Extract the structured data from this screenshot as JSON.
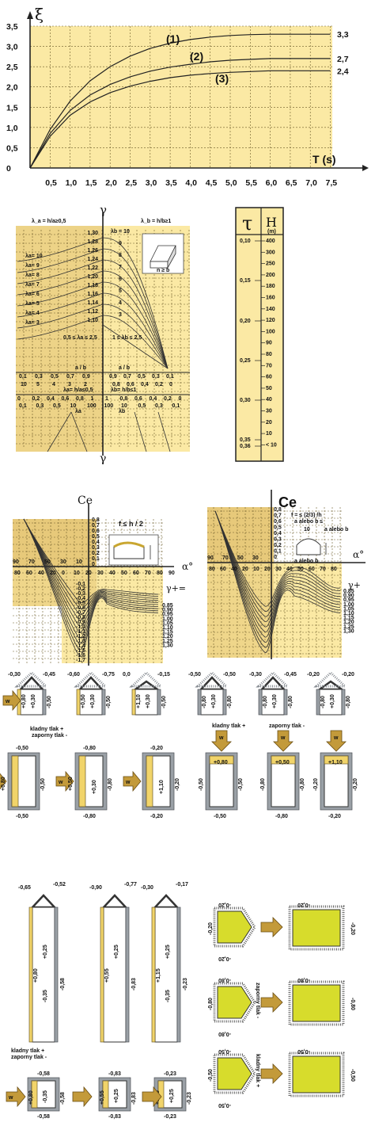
{
  "chart_data": {
    "type": "line",
    "ylabel": "ξ",
    "xlabel": "T (s)",
    "x_ticks": [
      "0,5",
      "1,0",
      "1,5",
      "2,0",
      "2,5",
      "3,0",
      "3,5",
      "4,0",
      "4,5",
      "5,0",
      "5,5",
      "6,0",
      "6,5",
      "7,0",
      "7,5"
    ],
    "y_ticks": [
      "0",
      "0,5",
      "1,0",
      "1,5",
      "2,0",
      "2,5",
      "3,0",
      "3,5"
    ],
    "xlim": [
      0,
      8.3
    ],
    "ylim": [
      0,
      3.5
    ],
    "series": [
      {
        "name": "(1)",
        "end_label": "3,3",
        "x": [
          0,
          0.5,
          1,
          1.5,
          2,
          2.5,
          3,
          3.5,
          4,
          4.5,
          5,
          5.5,
          6,
          7.5
        ],
        "y": [
          0,
          0.95,
          1.65,
          2.15,
          2.5,
          2.76,
          2.95,
          3.08,
          3.17,
          3.23,
          3.27,
          3.29,
          3.3,
          3.3
        ]
      },
      {
        "name": "(2)",
        "end_label": "2,7",
        "x": [
          0,
          0.5,
          1,
          1.5,
          2,
          2.5,
          3,
          3.5,
          4,
          4.5,
          5,
          5.5,
          6,
          7.5
        ],
        "y": [
          0,
          0.85,
          1.42,
          1.8,
          2.06,
          2.25,
          2.39,
          2.49,
          2.56,
          2.62,
          2.66,
          2.68,
          2.7,
          2.7
        ]
      },
      {
        "name": "(3)",
        "end_label": "2,4",
        "x": [
          0,
          0.5,
          1,
          1.5,
          2,
          2.5,
          3,
          3.5,
          4,
          4.5,
          5,
          5.5,
          6,
          7.5
        ],
        "y": [
          0,
          0.78,
          1.3,
          1.63,
          1.86,
          2.02,
          2.14,
          2.23,
          2.29,
          2.33,
          2.36,
          2.38,
          2.4,
          2.4
        ]
      }
    ]
  },
  "gamma_chart": {
    "top_symbol": "γ",
    "bottom_symbol": "γ",
    "left_title": "λ_a = h/a≥0,5",
    "right_title": "λ_b = h/b≥1",
    "left_lambdas": [
      "λa= 10",
      "λa= 9",
      "λa= 8",
      "λa= 7",
      "λa= 6",
      "λa= 5",
      "λa= 4",
      "λa= 3"
    ],
    "right_lambdas": [
      "λb = 10",
      "9",
      "8",
      "7",
      "6",
      "5",
      "4",
      "3"
    ],
    "right_scale": [
      "1,30",
      "1,28",
      "1,26",
      "1,24",
      "1,22",
      "1,20",
      "1,18",
      "1,16",
      "1,14",
      "1,12",
      "1,10"
    ],
    "range_left": "0,5 ≤ λa ≤ 2,5",
    "range_right": "1 ≤ λb ≤ 2,5",
    "ratio_a": "a / b",
    "ratio_b": "a / b",
    "row1_left": [
      "0,1",
      "0,3",
      "0,5",
      "0,7",
      "0,9"
    ],
    "row2_left": [
      "10",
      "5",
      "4",
      "3",
      "2"
    ],
    "row1_right": [
      "0,9",
      "0,7",
      "0,5",
      "0,3",
      "0,1"
    ],
    "row2_right": [
      "0,8",
      "0,6",
      "0,4",
      "0,2",
      "0"
    ],
    "cond_left": "λa= h/a≤0,5",
    "cond_right": "λb= h/b≤1",
    "row3": [
      "0",
      "0,2",
      "0,4",
      "0,6",
      "0,8",
      "1",
      "1",
      "0,8",
      "0,6",
      "0,4",
      "0,2",
      "0"
    ],
    "row4": [
      "0,1",
      "0,3",
      "0,5",
      "10",
      "100",
      "100",
      "10",
      "0,5",
      "0,3",
      "0,1"
    ],
    "lam_a": "λa",
    "lam_b": "λb",
    "dim_label": "n ≥ b"
  },
  "tau_table": {
    "tau_header": "τ",
    "h_header": "H",
    "h_unit": "(m)",
    "tau_values": [
      "0,10",
      "0,15",
      "0,20",
      "0,25",
      "0,30",
      "0,35",
      "0,36"
    ],
    "h_values": [
      "400",
      "300",
      "250",
      "200",
      "180",
      "160",
      "140",
      "120",
      "100",
      "90",
      "80",
      "70",
      "60",
      "50",
      "40",
      "30",
      "20",
      "10",
      "< 10"
    ]
  },
  "ce_left": {
    "title": "Ce",
    "condition": "f ≤ h / 2",
    "alpha_top": [
      "90",
      "70",
      "50",
      "30",
      "10"
    ],
    "alpha_bottom": [
      "80",
      "60",
      "40",
      "20",
      "0",
      "10",
      "20",
      "30",
      "40",
      "50",
      "60",
      "70",
      "80",
      "90"
    ],
    "alpha_label": "α°",
    "y_pos": [
      "0,8",
      "0,7",
      "0,6",
      "0,5",
      "0,4",
      "0,3",
      "0,2",
      "0,1",
      "0"
    ],
    "y_neg": [
      "-0,1",
      "-0,2",
      "-0,3",
      "-0,4",
      "-0,5",
      "-0,6",
      "-0,7",
      "-0,8",
      "-0,9",
      "-1,0",
      "-1,1",
      "-1,2",
      "-1,3",
      "-1,4",
      "-1,5",
      "-1,6",
      "-1,7"
    ],
    "gamma_label": "γ+=",
    "gamma_values": [
      "0,85",
      "0,90",
      "0,95",
      "1,00",
      "1,05",
      "1,10",
      "1,15",
      "1,20",
      "1,25",
      "1,30"
    ]
  },
  "ce_right": {
    "title": "Ce",
    "cond1": "f = ≤ (2/3) /h",
    "cond2": "a alebo b ≤",
    "cond3": "a alebo b",
    "cond_den": "10",
    "cond_den2": "2",
    "cond_a": "a",
    "alpha_top": [
      "90",
      "70",
      "50",
      "30"
    ],
    "alpha_bottom": [
      "80",
      "60",
      "40",
      "20",
      "10",
      "20",
      "30",
      "40",
      "50",
      "60",
      "70",
      "80"
    ],
    "alpha_mid": [
      "10",
      "0",
      "10"
    ],
    "alpha_label": "α°",
    "y_pos": [
      "0,8",
      "0,7",
      "0,6",
      "0,5",
      "0,4",
      "0,3",
      "0,2",
      "0,1",
      "0"
    ],
    "gamma_label": "γ+",
    "gamma_values": [
      "0,85",
      "0,90",
      "0,95",
      "1,00",
      "1,05",
      "1,10",
      "1,15",
      "1,20",
      "1,25",
      "1,30"
    ],
    "box_label": "a alebo b"
  },
  "loads_row1": {
    "buildings": [
      {
        "top_l": "-0,30",
        "top_r": "-0,45",
        "wall_l": "+0,80",
        "mid": "+0,30",
        "wall_r": "-0,50"
      },
      {
        "top_l": "-0,60",
        "top_r": "-0,75",
        "wall_l": "+0,50",
        "mid": "+0,30",
        "wall_r": "-0,50"
      },
      {
        "top_l": "0,0",
        "top_r": "-0,15",
        "wall_l": "+1,10",
        "mid": "+0,30",
        "wall_r": "-0,50"
      },
      {
        "top_l": "-0,50",
        "top_r": "-0,50",
        "wall_l": "-0,80",
        "mid": "+0,30",
        "wall_r": "-0,80"
      },
      {
        "top_l": "-0,30",
        "top_r": "-0,45",
        "wall_l": "-0,80",
        "mid": "+0,30",
        "wall_r": "-0,80"
      },
      {
        "top_l": "-0,20",
        "top_r": "-0,20",
        "wall_l": "-0,80",
        "mid": "+0,30",
        "wall_r": "-0,80"
      }
    ],
    "wind": "w"
  },
  "plans_row": {
    "label_a": "kladny tlak +",
    "label_b": "zaporny tlak -",
    "plans": [
      {
        "top": "-0,50",
        "left": "+0,80",
        "mid": "",
        "right": "-0,50",
        "bottom": "-0,50"
      },
      {
        "top": "-0,80",
        "left": "+0,50",
        "mid": "+0,30",
        "right": "-0,80",
        "bottom": "-0,80"
      },
      {
        "top": "-0,20",
        "left": "",
        "mid": "+1,10",
        "right": "-0,20",
        "bottom": "-0,20"
      },
      {
        "top": "",
        "left": "-0,50",
        "mid": "+0,80",
        "right": "-0,50",
        "bottom": "-0,50"
      },
      {
        "top": "",
        "left": "-0,80",
        "mid": "+0,50",
        "right": "-0,80",
        "bottom": "-0,80"
      },
      {
        "top": "",
        "left": "-0,20",
        "mid": "+1,10",
        "right": "-0,20",
        "bottom": "-0,20"
      }
    ],
    "kladny": "kladny tlak +",
    "zaporny": "zaporny tlak -"
  },
  "tall_row": {
    "buildings": [
      {
        "top_l": "-0,65",
        "top_r": "-0,52",
        "wall_l": "+0,80",
        "mid": "+0,25",
        "mid2": "-0,35",
        "wall_r": "-0,58"
      },
      {
        "top_l": "-0,90",
        "top_r": "-0,77",
        "wall_l": "+0,55",
        "mid": "+0,25",
        "mid2": "",
        "wall_r": "-0,83"
      },
      {
        "top_l": "-0,30",
        "top_r": "-0,17",
        "wall_l": "+1,15",
        "mid": "+0,25",
        "mid2": "-0,35",
        "wall_r": "-0,23"
      }
    ],
    "tall_label": "kladny tlak +\nzaporny tlak -",
    "plans": [
      {
        "top": "-0,58",
        "left": "+0,80",
        "mid": "-0,35",
        "right": "-0,58",
        "bottom": "-0,58"
      },
      {
        "top": "-0,83",
        "left": "+0,55",
        "mid": "+0,25",
        "right": "-0,83",
        "bottom": "-0,83"
      },
      {
        "top": "-0,23",
        "left": "+1,15",
        "mid": "+0,25",
        "right": "-0,23",
        "bottom": "-0,23"
      }
    ]
  },
  "side_panel": {
    "labels": [
      {
        "a": "-0,20",
        "b": "-0,20",
        "c": "-0,20",
        "d": "-0,20"
      },
      {
        "a": "-0,80",
        "b": "-0,80",
        "c": "-0,80",
        "d": "-0,80"
      },
      {
        "a": "-0,50",
        "b": "-0,50",
        "c": "-0,50",
        "d": "-0,50"
      }
    ],
    "zap": "zaporny tlak -",
    "kla": "kladny tlak +"
  },
  "colors": {
    "chart_bg": "#fbe9a4",
    "dark_fill": "#e7c97a",
    "grid": "#6b5a28",
    "hatch": "#9aa0a6",
    "yellow": "#f1d46a",
    "box": "#d7dc2c",
    "arrow": "#c39a3a"
  }
}
